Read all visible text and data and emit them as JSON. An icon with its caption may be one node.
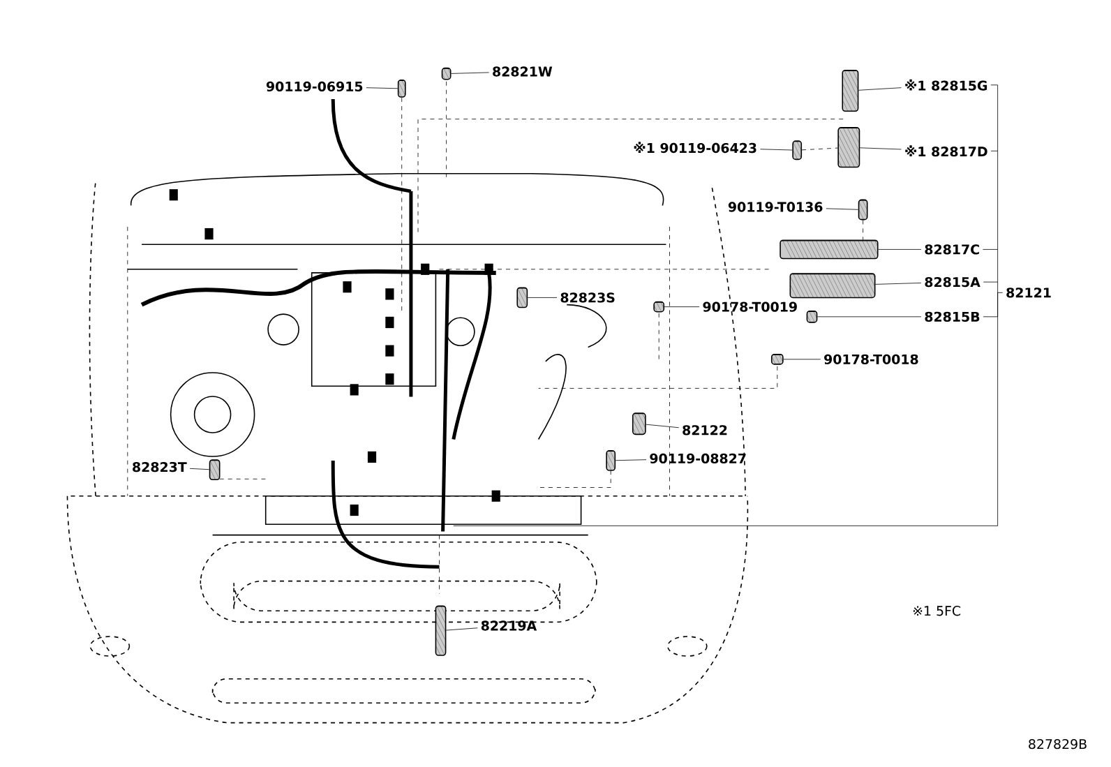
{
  "diagram": {
    "nodes": [
      {
        "text": [
          "90119-06915"
        ]
      },
      {
        "text": [],
        "shape": "picture"
      },
      {
        "text": [
          "82821W"
        ]
      },
      {
        "text": [],
        "shape": "picture"
      },
      {
        "text": [
          "※1 82815G"
        ]
      },
      {
        "text": [],
        "shape": "picture"
      },
      {
        "text": [
          "※1 90119-06423"
        ]
      },
      {
        "text": [],
        "shape": "picture"
      },
      {
        "text": [
          "※1 82817D"
        ]
      },
      {
        "text": [],
        "shape": "picture"
      },
      {
        "text": [
          "90119-T0136"
        ]
      },
      {
        "text": [],
        "shape": "picture"
      },
      {
        "text": [
          "82817C"
        ]
      },
      {
        "text": [],
        "shape": "picture"
      },
      {
        "text": [
          "82815A"
        ]
      },
      {
        "text": [],
        "shape": "picture"
      },
      {
        "text": [
          "82815B"
        ]
      },
      {
        "text": [],
        "shape": "picture"
      },
      {
        "text": [
          "82121"
        ]
      },
      {
        "text": [
          "82823S"
        ]
      },
      {
        "text": [],
        "shape": "picture"
      },
      {
        "text": [
          "90178-T0019"
        ]
      },
      {
        "text": [],
        "shape": "picture"
      },
      {
        "text": [
          "90178-T0018"
        ]
      },
      {
        "text": [],
        "shape": "picture"
      },
      {
        "text": [
          "82122"
        ]
      },
      {
        "text": [],
        "shape": "picture"
      },
      {
        "text": [
          "82823T"
        ]
      },
      {
        "text": [],
        "shape": "picture"
      },
      {
        "text": [
          "90119-08827"
        ]
      },
      {
        "text": [],
        "shape": "picture"
      },
      {
        "text": [
          "82219A"
        ]
      },
      {
        "text": [],
        "shape": "picture"
      }
    ],
    "edges": [
      {
        "from": 0,
        "to": 1,
        "arrow": "none"
      },
      {
        "from": 2,
        "to": 3,
        "arrow": "none"
      },
      {
        "from": 4,
        "to": 5,
        "arrow": "none"
      },
      {
        "from": 6,
        "to": 7,
        "arrow": "none"
      },
      {
        "from": 8,
        "to": 9,
        "arrow": "none"
      },
      {
        "from": 10,
        "to": 11,
        "arrow": "none"
      },
      {
        "from": 12,
        "to": 13,
        "arrow": "none"
      },
      {
        "from": 14,
        "to": 15,
        "arrow": "none"
      },
      {
        "from": 16,
        "to": 17,
        "arrow": "none"
      },
      {
        "from": 18,
        "to": null,
        "arrow": "none"
      },
      {
        "from": 19,
        "to": 20,
        "arrow": "none"
      },
      {
        "from": 21,
        "to": 22,
        "arrow": "none"
      },
      {
        "from": 23,
        "to": 24,
        "arrow": "none"
      },
      {
        "from": 25,
        "to": 26,
        "arrow": "none"
      },
      {
        "from": 27,
        "to": 28,
        "arrow": "none"
      },
      {
        "from": 29,
        "to": 30,
        "arrow": "none"
      },
      {
        "from": 31,
        "to": 32,
        "arrow": "none"
      },
      {
        "from": 7,
        "to": 9,
        "arrow": "none",
        "style": "dashed"
      },
      {
        "from": 11,
        "to": 13,
        "arrow": "none",
        "style": "dashed"
      }
    ],
    "labels": [
      "※1 5FC",
      "827829B"
    ]
  }
}
